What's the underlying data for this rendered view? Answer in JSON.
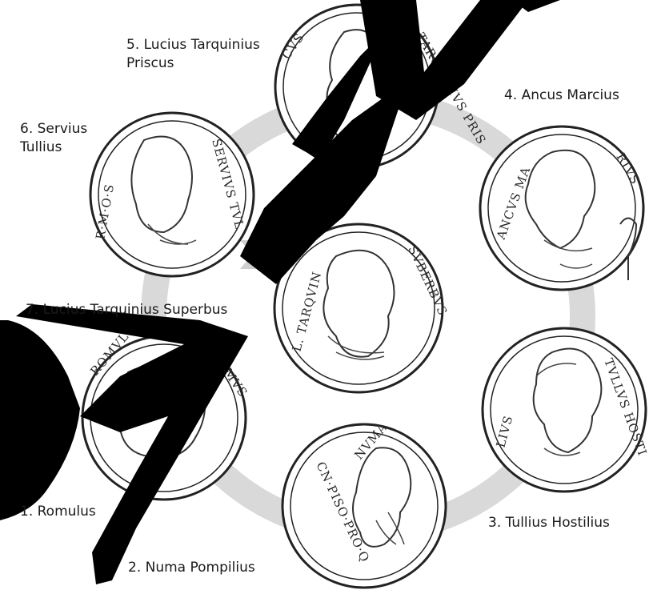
{
  "colors": {
    "ring": "#d9d9d9",
    "ink": "#222222",
    "coin_bg": "#ffffff",
    "overlay": "#000000"
  },
  "kings": [
    {
      "label": "1. Romulus",
      "coin_legend": [
        "ROMVLVS",
        "REMVS"
      ]
    },
    {
      "label": "2. Numa Pompilius",
      "coin_legend": [
        "CN·PISO·PRO·Q",
        "NVMA"
      ]
    },
    {
      "label": "3. Tullius Hostilius",
      "coin_legend": [
        "LIVS",
        "TVLLVS HOSTI"
      ]
    },
    {
      "label": "4. Ancus Marcius",
      "coin_legend": [
        "ANCVS MA",
        "RIVS"
      ]
    },
    {
      "label": "5. Lucius Tarquinius Priscus",
      "coin_legend": [
        "CVS",
        "TARQVINIVS PRIS"
      ]
    },
    {
      "label": "6. Servius Tullius",
      "coin_legend": [
        "R·M·O·S",
        "SERVIVS TVL"
      ]
    },
    {
      "label": "7. Lucius Tarquinius Superbus",
      "coin_legend": [
        "L. TARQVIN",
        "SVBERBVS"
      ]
    }
  ],
  "icons": [
    "coin-portrait-icon",
    "cycle-arrow-icon"
  ]
}
